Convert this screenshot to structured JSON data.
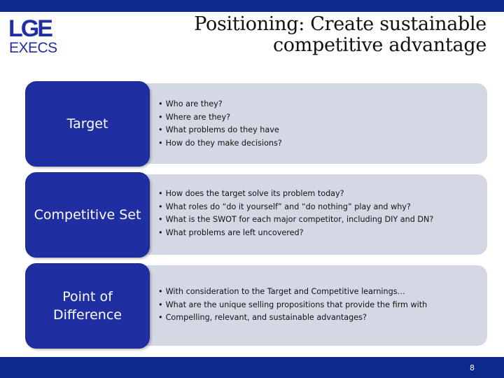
{
  "logo": {
    "text_top": "LGE",
    "text_bottom": "EXECS",
    "color_top": "#1f2fa2",
    "color_bottom": "#1f2fa2"
  },
  "title": {
    "line1": "Positioning:  Create sustainable",
    "line2": "competitive advantage"
  },
  "rows": [
    {
      "label": "Target",
      "bullets": [
        "Who are they?",
        "Where are they?",
        "What problems do they have",
        "How do they make decisions?"
      ]
    },
    {
      "label": "Competitive Set",
      "bullets": [
        "How does the target solve its problem today?",
        "What roles do “do it yourself” and “do nothing” play and why?",
        "What is the SWOT for each major competitor, including DIY and DN?",
        "What problems are left uncovered?"
      ]
    },
    {
      "label": "Point of Difference",
      "bullets": [
        "With consideration to the Target and Competitive learnings…",
        "What are the unique selling propositions that provide the firm with",
        "Compelling, relevant, and sustainable advantages?"
      ]
    }
  ],
  "footer": {
    "page_number": "8"
  },
  "colors": {
    "brand_blue": "#0b2a8c",
    "label_blue": "#1f2fa2",
    "panel_gray": "#d4d8e4"
  }
}
